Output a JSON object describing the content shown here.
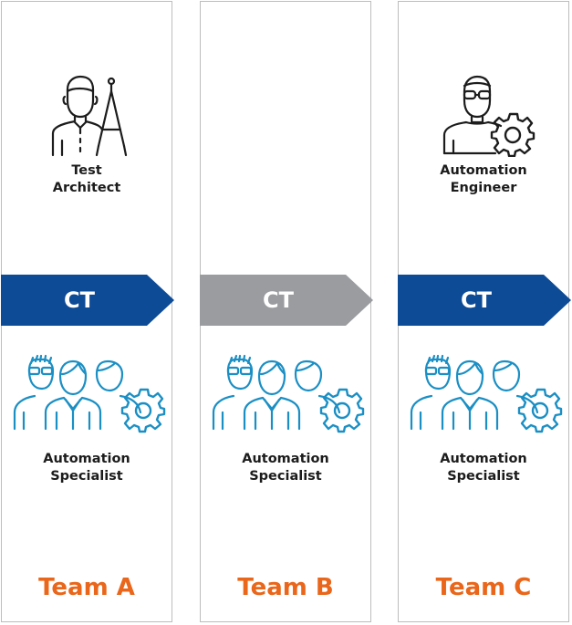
{
  "columns": [
    {
      "role_line1": "Test",
      "role_line2": "Architect",
      "role_icon": "architect-compass-icon",
      "banner": "CT",
      "banner_color": "#0e4b96",
      "specialist_line1": "Automation",
      "specialist_line2": "Specialist",
      "team": "Team A"
    },
    {
      "role_line1": "",
      "role_line2": "",
      "role_icon": "",
      "banner": "CT",
      "banner_color": "#9a9c9f",
      "specialist_line1": "Automation",
      "specialist_line2": "Specialist",
      "team": "Team B"
    },
    {
      "role_line1": "Automation",
      "role_line2": "Engineer",
      "role_icon": "engineer-gear-icon",
      "banner": "CT",
      "banner_color": "#0e4b96",
      "specialist_line1": "Automation",
      "specialist_line2": "Specialist",
      "team": "Team C"
    }
  ],
  "colors": {
    "team_accent": "#e9661a",
    "team_icon": "#1b8fc4",
    "role_icon": "#1c1c1c",
    "border": "#bdbdbd"
  }
}
